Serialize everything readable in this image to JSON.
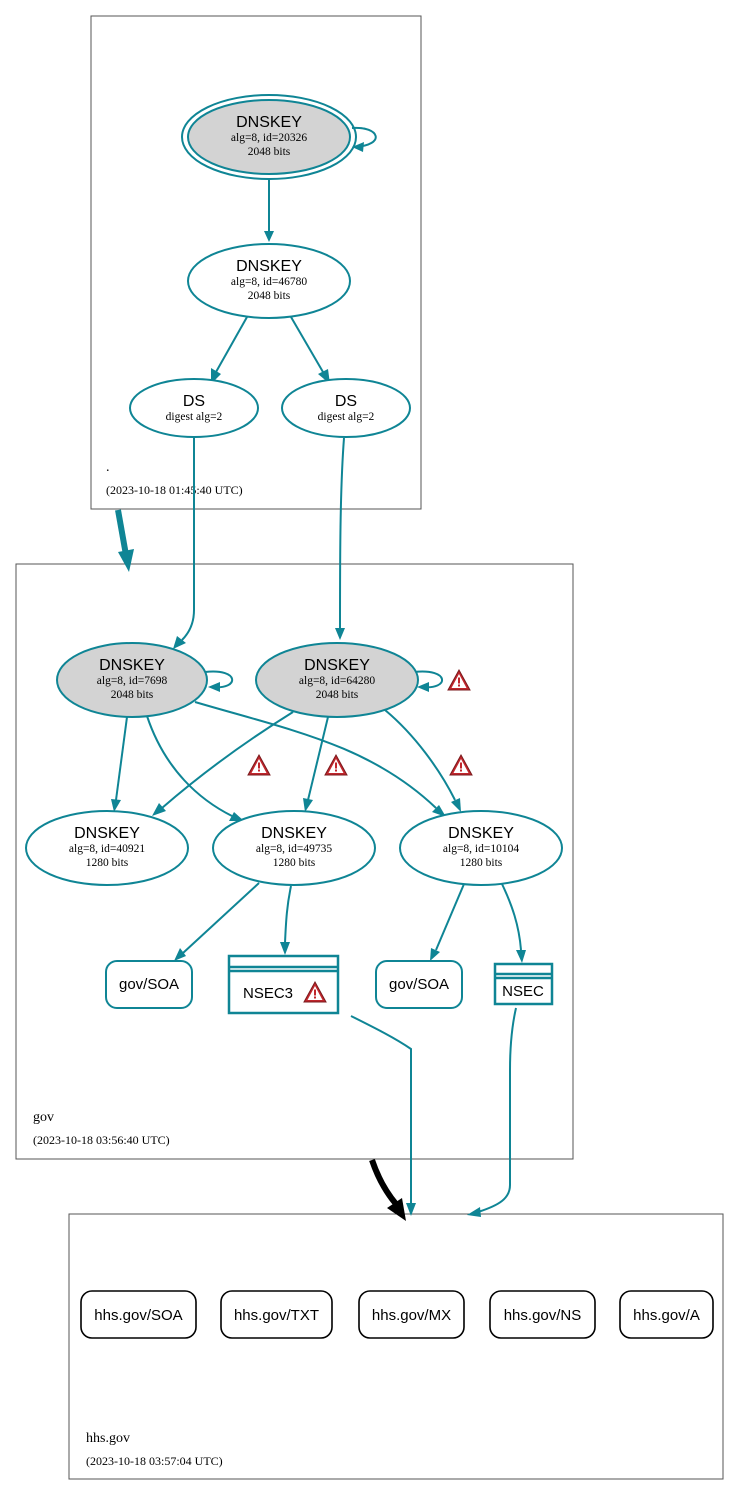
{
  "colors": {
    "teal": "#0f8595",
    "gray_fill": "#d3d3d3",
    "warning_red": "#c0262c",
    "black": "#000000"
  },
  "zones": {
    "root": {
      "name": ".",
      "timestamp": "(2023-10-18 01:45:40 UTC)"
    },
    "gov": {
      "name": "gov",
      "timestamp": "(2023-10-18 03:56:40 UTC)"
    },
    "hhs": {
      "name": "hhs.gov",
      "timestamp": "(2023-10-18 03:57:04 UTC)"
    }
  },
  "nodes": {
    "root_ksk": {
      "title": "DNSKEY",
      "line1": "alg=8, id=20326",
      "line2": "2048 bits"
    },
    "root_zsk": {
      "title": "DNSKEY",
      "line1": "alg=8, id=46780",
      "line2": "2048 bits"
    },
    "ds1": {
      "title": "DS",
      "line1": "digest alg=2"
    },
    "ds2": {
      "title": "DS",
      "line1": "digest alg=2"
    },
    "gov_ksk1": {
      "title": "DNSKEY",
      "line1": "alg=8, id=7698",
      "line2": "2048 bits"
    },
    "gov_ksk2": {
      "title": "DNSKEY",
      "line1": "alg=8, id=64280",
      "line2": "2048 bits"
    },
    "gov_zsk1": {
      "title": "DNSKEY",
      "line1": "alg=8, id=40921",
      "line2": "1280 bits"
    },
    "gov_zsk2": {
      "title": "DNSKEY",
      "line1": "alg=8, id=49735",
      "line2": "1280 bits"
    },
    "gov_zsk3": {
      "title": "DNSKEY",
      "line1": "alg=8, id=10104",
      "line2": "1280 bits"
    },
    "gov_soa1": {
      "label": "gov/SOA"
    },
    "gov_soa2": {
      "label": "gov/SOA"
    },
    "nsec3": {
      "label": "NSEC3"
    },
    "nsec": {
      "label": "NSEC"
    }
  },
  "hhs_records": [
    "hhs.gov/SOA",
    "hhs.gov/TXT",
    "hhs.gov/MX",
    "hhs.gov/NS",
    "hhs.gov/A"
  ]
}
